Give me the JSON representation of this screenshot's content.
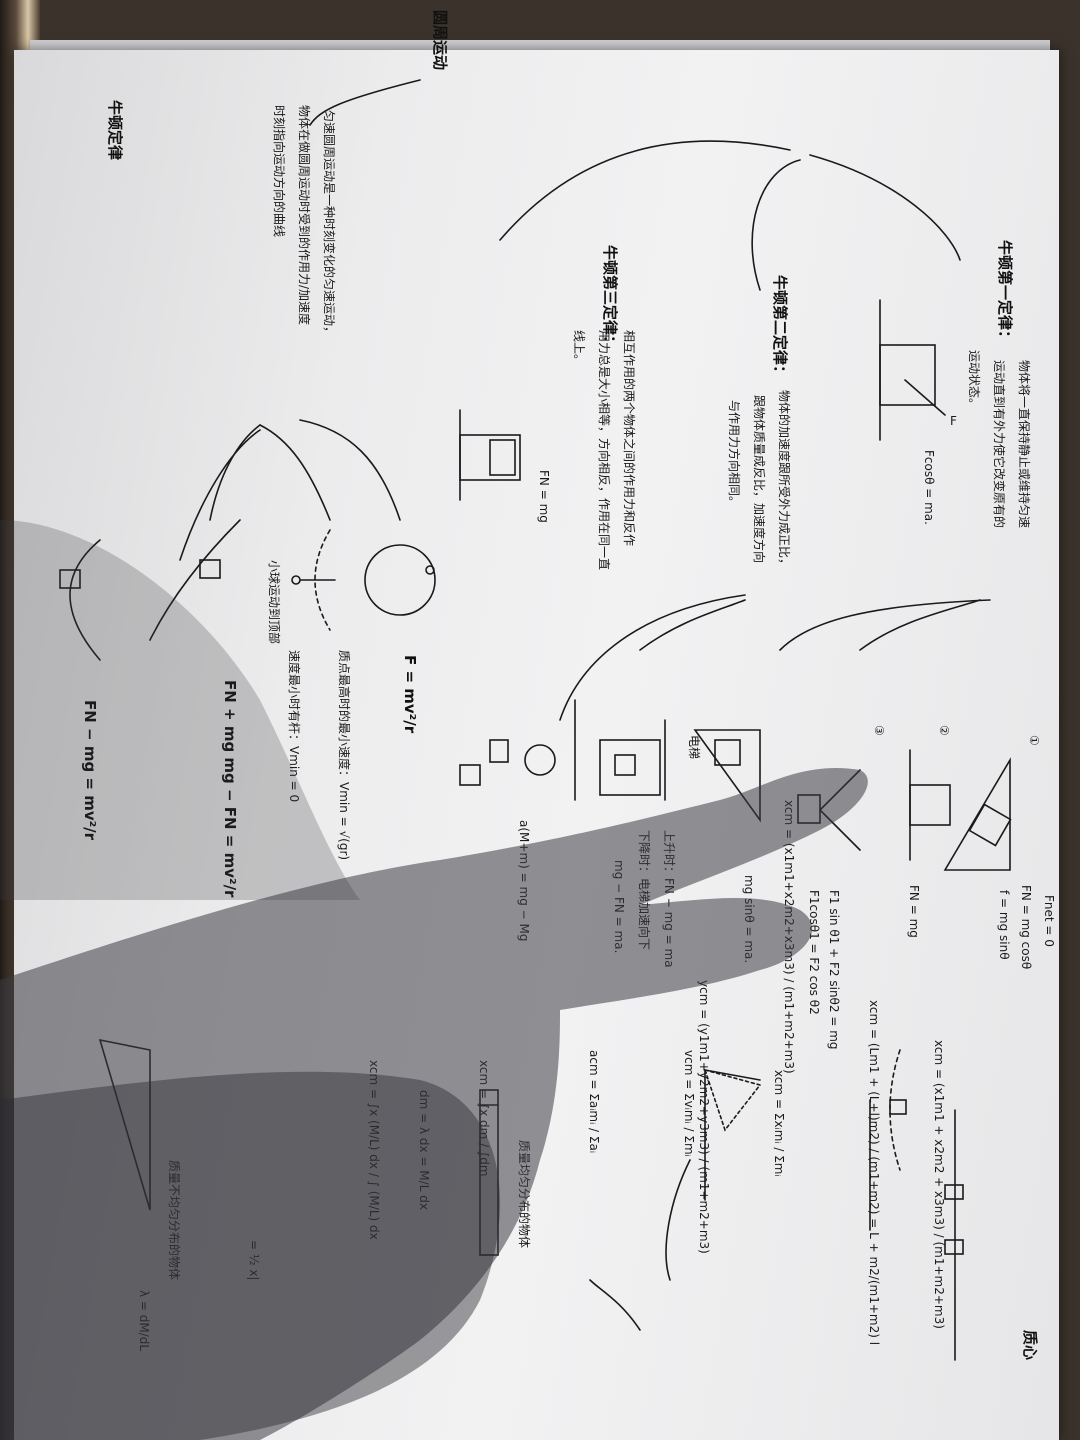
{
  "notes": {
    "central_topic": "牛顿定律",
    "circular_topic": "圆周运动",
    "law1": {
      "title": "牛顿第一定律：",
      "text_1": "物体将一直保持静止或维持匀速",
      "text_2": "运动直到有外力使它改变原有的",
      "text_3": "运动状态。",
      "eq": "Fcosθ = ma."
    },
    "law2": {
      "title": "牛顿第二定律：",
      "text_1": "物体的加速度跟所受外力成正比，",
      "text_2": "跟物体质量成反比，加速度方向",
      "text_3": "与作用力方向相同。",
      "case1_label": "①",
      "case2_label": "②",
      "case3_label": "③",
      "case1_eq": [
        "Fnet = 0",
        "FN = mg cosθ",
        "f = mg sinθ"
      ],
      "case2_eq": "FN = mg",
      "case3_eq": [
        "F1 sin θ1 + F2 sinθ2 = mg",
        "F1cosθ1 = F2 cos θ2"
      ],
      "incline_eq": "mg sinθ = ma.",
      "elevator_label": "电梯",
      "elevator_up": "上升时：FN − mg = ma",
      "elevator_down_1": "下降时：电梯加速向下",
      "elevator_down_2": "mg − FN = ma.",
      "pulley_eq": "a(M+m) = mg − Mg"
    },
    "law3": {
      "title": "牛顿第三定律：",
      "text_1": "相互作用的两个物体之间的作用力和反作",
      "text_2": "用力总是大小相等，方向相反，作用在同一直",
      "text_3": "线上。",
      "fn_label": "FN = mg"
    },
    "circular": {
      "text_1": "匀速圆周运动是一种时刻变化的匀速运动，",
      "text_2": "物体在做圆周运动时受到的作用力/加速度",
      "text_3": "时刻指向运动方向的曲线",
      "force_eq": "F = mv²/r",
      "top_label": "小球运动到顶部",
      "min_speed_rope": "质点最高时的最小速度：Vmin = √(gr)",
      "min_speed_rod": "速度最小时有杆：Vmin = 0",
      "top_eq": "FN + mg  mg − FN = mv²/r",
      "bottom_eq": "FN − mg = mv²/r"
    },
    "com": {
      "title": "质心",
      "formula_x": "xcm = Σxᵢmᵢ / Σmᵢ",
      "formula_v": "vcm = Σvᵢmᵢ / Σmᵢ",
      "formula_a": "acm = Σaᵢmᵢ / Σaᵢ",
      "rod_eq_1": "xcm = (x1m1 + x2m2 + x3m3) / (m1+m2+m3)",
      "rod_eq_2": "xcm = (Lm1 + (L+l)m2) / (m1+m2) = L + m2/(m1+m2) l",
      "tri_x": "xcm = (x1m1+x2m2+x3m3) / (m1+m2+m3)",
      "tri_y": "ycm = (y1m1+y2m2+y3m3) / (m1+m2+m3)",
      "continuous_title": "质量均匀分布的物体",
      "integral": "xcm = ∫x dm / ∫dm",
      "dm": "dm = λ dx = M/L dx",
      "integral_2": "xcm = ∫x (M/L) dx / ∫ (M/L) dx",
      "result": "= ½ x|",
      "nonuniform_title": "质量不均匀分布的物体",
      "lambda": "λ = dM/dL"
    }
  }
}
